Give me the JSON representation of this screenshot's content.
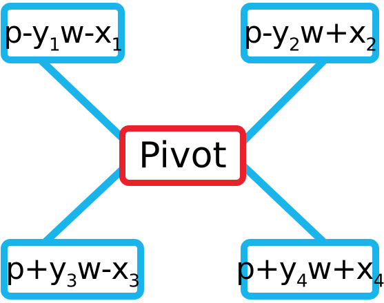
{
  "colors": {
    "connector": "#19b4ea",
    "outer_border": "#19b4ea",
    "pivot_border": "#e8212c",
    "text": "#000000",
    "background": "#ffffff"
  },
  "pivot": {
    "label": "Pivot"
  },
  "nodes": {
    "top_left": {
      "a": "p-y",
      "a_sub": "1",
      "b": "w-x",
      "b_sub": "1"
    },
    "top_right": {
      "a": "p-y",
      "a_sub": "2",
      "b": "w+x",
      "b_sub": "2"
    },
    "bottom_left": {
      "a": "p+y",
      "a_sub": "3",
      "b": "w-x",
      "b_sub": "3"
    },
    "bottom_right": {
      "a": "p+y",
      "a_sub": "4",
      "b": "w+x",
      "b_sub": "4"
    }
  }
}
